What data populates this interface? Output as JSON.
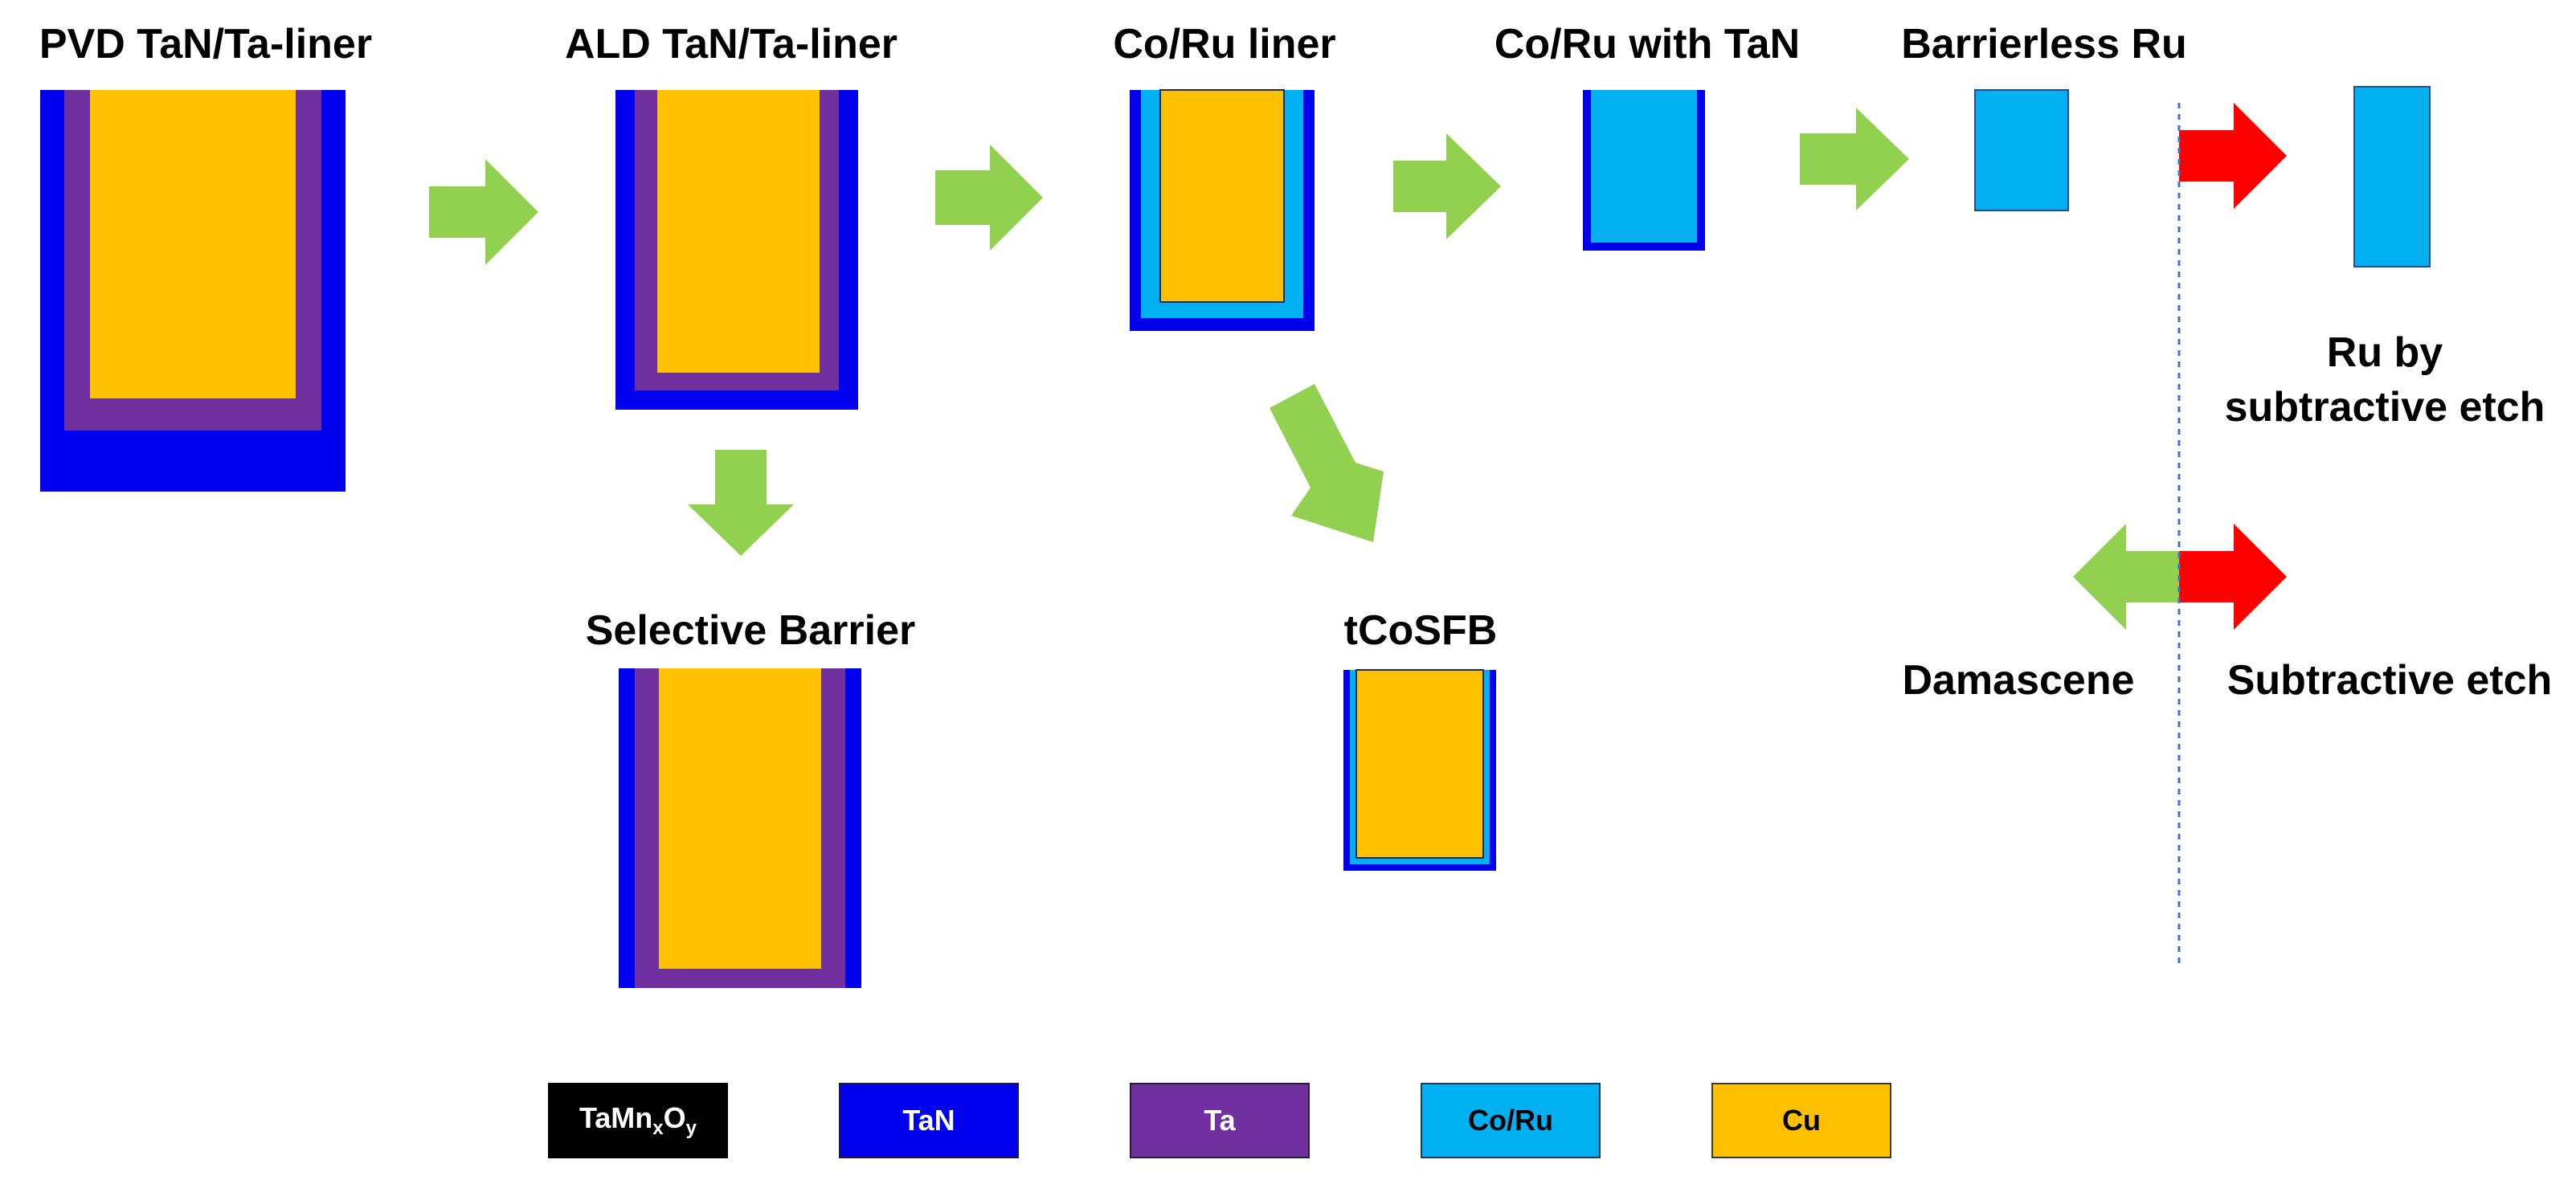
{
  "colors": {
    "TaMnxOy": "#000000",
    "TaN": "#0000ee",
    "Ta": "#7030a0",
    "CoRu": "#00b0f0",
    "Cu": "#ffc000",
    "flow_arrow": "#92d050",
    "subtractive_arrow": "#ff0000",
    "divider": "#4a6fbf"
  },
  "stages": {
    "pvd": "PVD TaN/Ta-liner",
    "ald": "ALD TaN/Ta-liner",
    "coru": "Co/Ru liner",
    "coru_tan": "Co/Ru with TaN",
    "barrierless": "Barrierless Ru",
    "ru_subtractive_line1": "Ru by",
    "ru_subtractive_line2": "subtractive etch",
    "selective": "Selective Barrier",
    "tcosfb": "tCoSFB"
  },
  "directions": {
    "damascene": "Damascene",
    "subtractive": "Subtractive etch"
  },
  "legend": {
    "tamnxoy": {
      "base": "TaMn",
      "sub1": "x",
      "mid": "O",
      "sub2": "y"
    },
    "tan": "TaN",
    "ta": "Ta",
    "coru": "Co/Ru",
    "cu": "Cu"
  }
}
